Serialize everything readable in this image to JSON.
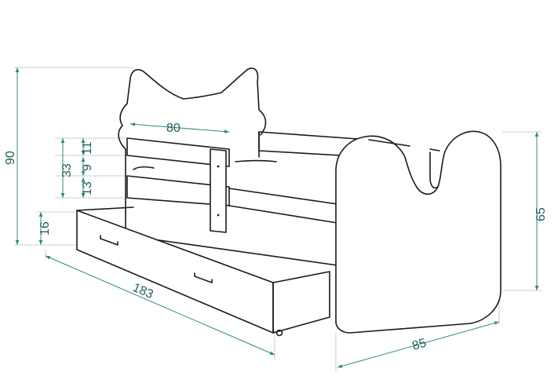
{
  "dimensions": {
    "headboard_width": "80",
    "total_height": "90",
    "rail_top": "11",
    "rail_middle": "9",
    "rail_lower": "13",
    "rail_total": "33",
    "drawer_height": "16",
    "length": "183",
    "depth": "85",
    "footboard_height": "65"
  },
  "colors": {
    "line": "#1a1a1a",
    "dimension": "#2e8b80",
    "text": "#1f5f5a"
  }
}
